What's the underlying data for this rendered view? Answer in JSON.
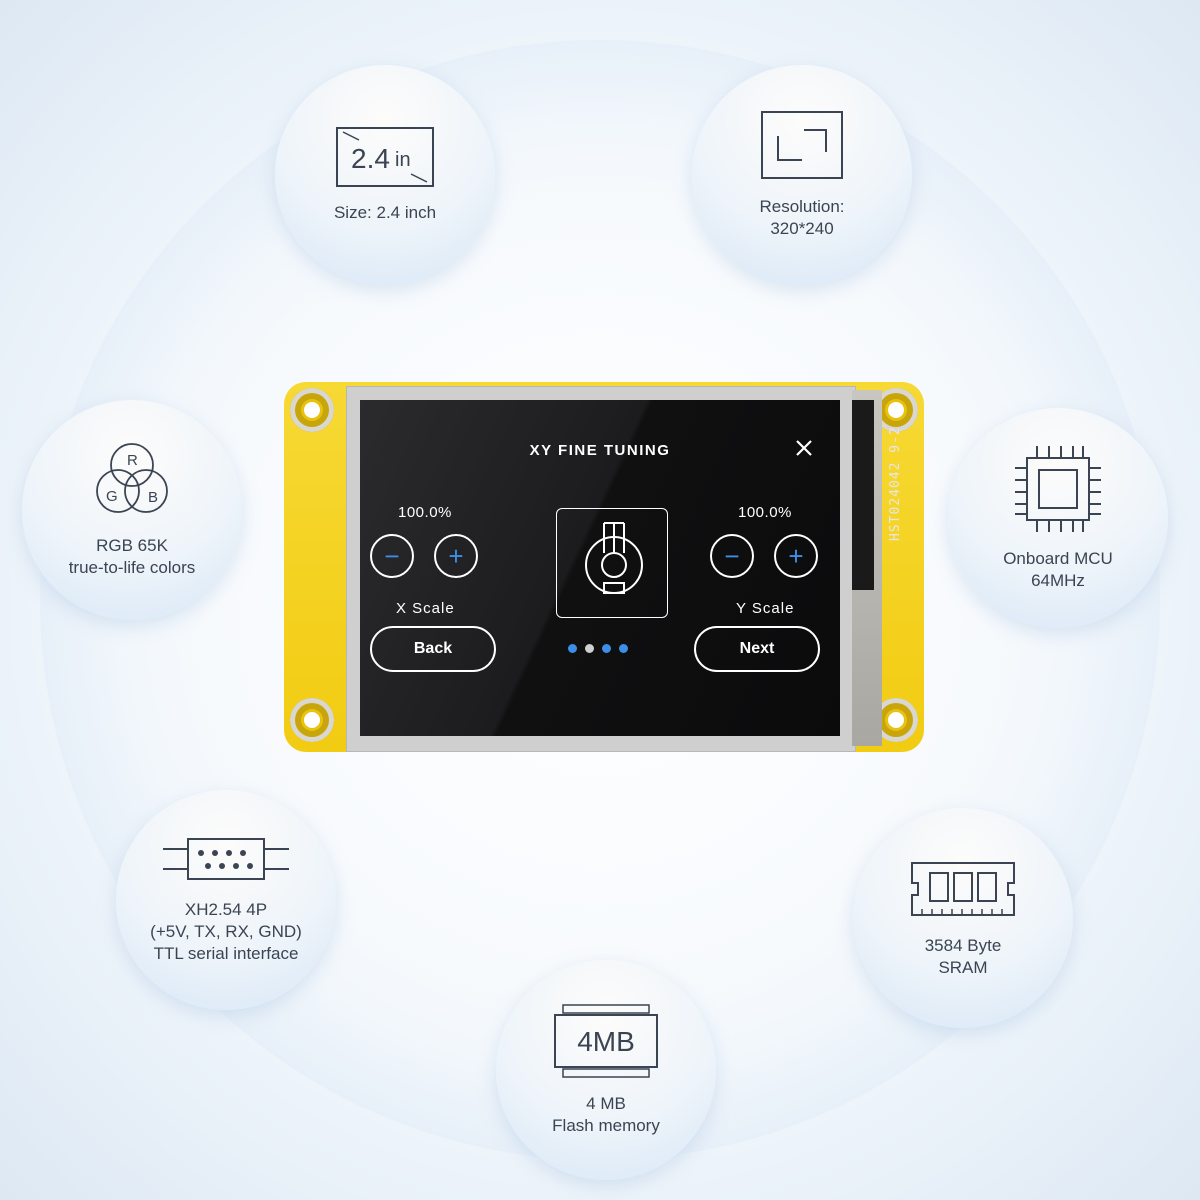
{
  "features": {
    "size": {
      "icon_text": "2.4",
      "icon_unit": "in",
      "caption": "Size: 2.4 inch",
      "icon": "diagonal-size-icon"
    },
    "resolution": {
      "line1": "Resolution:",
      "line2": "320*240",
      "icon": "resolution-frame-icon"
    },
    "colors": {
      "line1": "RGB 65K",
      "line2": "true-to-life colors",
      "r": "R",
      "g": "G",
      "b": "B",
      "icon": "rgb-venn-icon"
    },
    "mcu": {
      "line1": "Onboard MCU",
      "line2": "64MHz",
      "icon": "chip-icon"
    },
    "serial": {
      "line1": "XH2.54 4P",
      "line2": "(+5V, TX, RX, GND)",
      "line3": "TTL serial interface",
      "icon": "serial-connector-icon"
    },
    "sram": {
      "line1": "3584 Byte",
      "line2": "SRAM",
      "icon": "memory-module-icon"
    },
    "flash": {
      "icon_text": "4MB",
      "line1": "4 MB",
      "line2": "Flash memory",
      "icon": "flash-chip-icon"
    }
  },
  "screen": {
    "title": "XY FINE TUNING",
    "close_icon": "close-icon",
    "x_value": "100.0%",
    "y_value": "100.0%",
    "x_label": "X Scale",
    "y_label": "Y Scale",
    "minus": "−",
    "plus": "+",
    "back_label": "Back",
    "next_label": "Next",
    "page_dots": 4,
    "active_dot": 2
  },
  "board": {
    "fpc_label": "HST024042 9-2"
  },
  "colors": {
    "pcb_yellow": "#f2cc12",
    "accent_blue": "#3c8fe8",
    "screen_bg": "#111112"
  }
}
